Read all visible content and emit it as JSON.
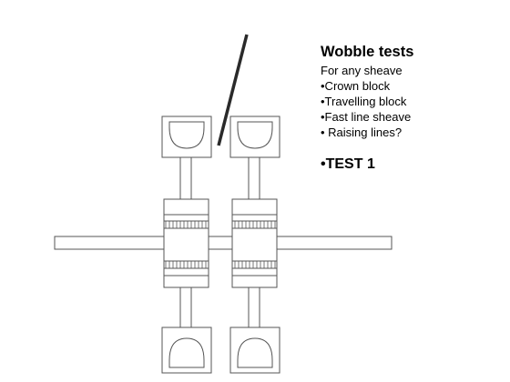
{
  "slide": {
    "title": "Wobble tests",
    "lines": [
      "For any sheave",
      "•Crown block",
      "•Travelling block",
      "•Fast line sheave",
      "• Raising lines?"
    ],
    "test_label": "•TEST 1"
  },
  "colors": {
    "stroke": "#555555",
    "fill": "#ffffff",
    "pointer": "#2a2a2a"
  }
}
